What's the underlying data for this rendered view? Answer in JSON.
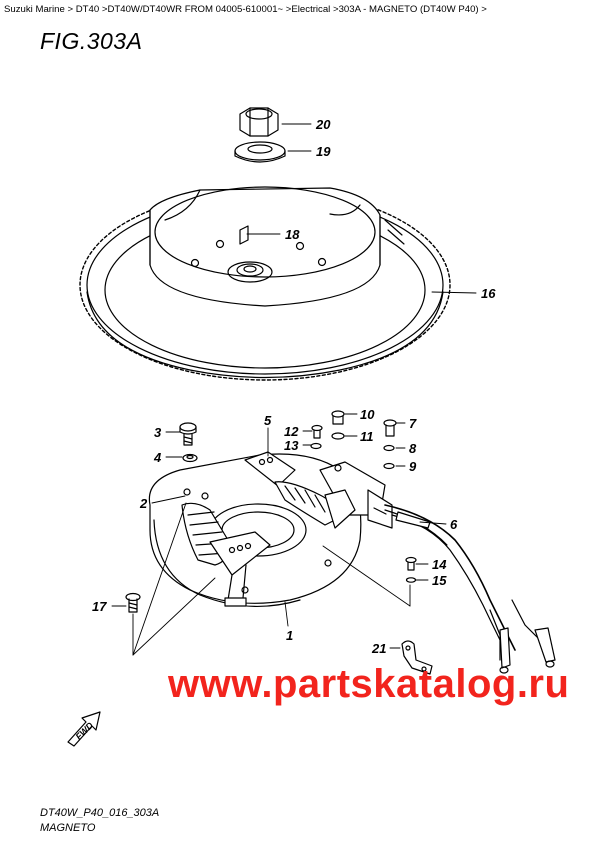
{
  "header": {
    "breadcrumb": "Suzuki Marine > DT40 >DT40W/DT40WR FROM 04005-610001~ >Electrical >303A - MAGNETO (DT40W P40) >",
    "figure_title": "FIG.303A"
  },
  "callouts": [
    "20",
    "19",
    "18",
    "16",
    "3",
    "4",
    "2",
    "5",
    "12",
    "13",
    "10",
    "11",
    "7",
    "8",
    "9",
    "6",
    "14",
    "15",
    "17",
    "1",
    "21"
  ],
  "watermark": "www.partskatalog.ru",
  "fwd_label": "FWD",
  "footer": {
    "code": "DT40W_P40_016_303A",
    "name": "MAGNETO"
  },
  "colors": {
    "watermark": "#f2241d",
    "line": "#000000"
  }
}
